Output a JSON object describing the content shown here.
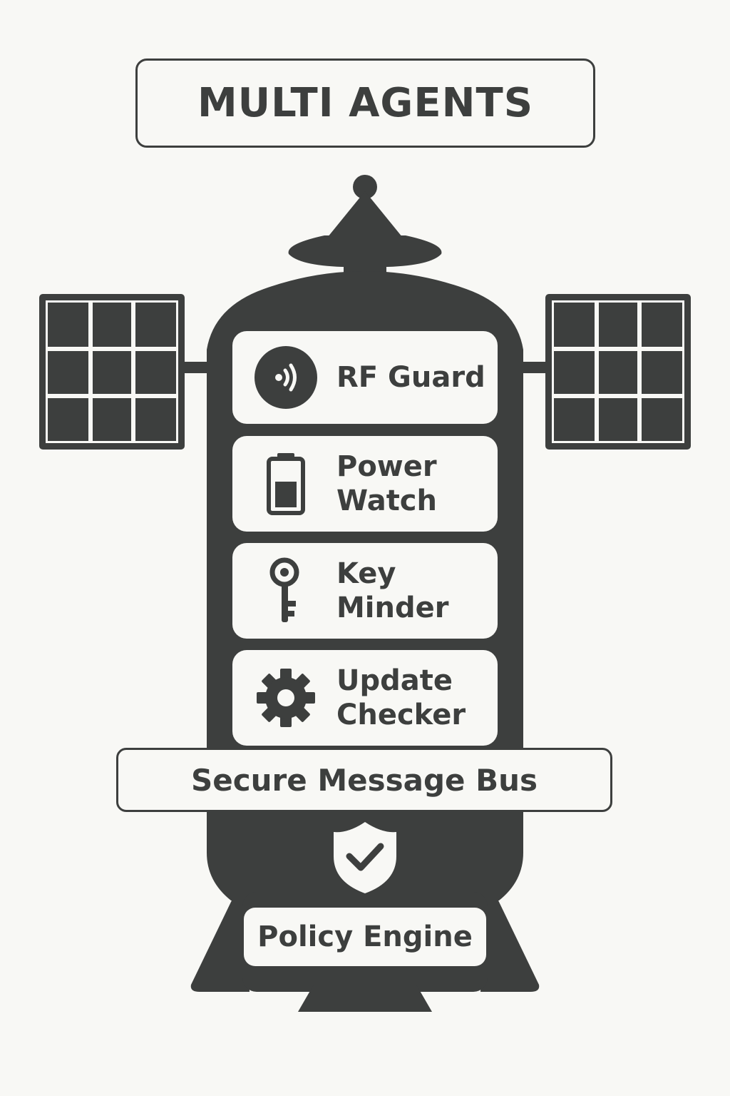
{
  "title": "MULTI AGENTS",
  "agents": [
    {
      "icon": "rf-signal-icon",
      "label_lines": [
        "RF Guard"
      ]
    },
    {
      "icon": "battery-icon",
      "label_lines": [
        "Power",
        "Watch"
      ]
    },
    {
      "icon": "key-icon",
      "label_lines": [
        "Key",
        "Minder"
      ]
    },
    {
      "icon": "gear-icon",
      "label_lines": [
        "Update",
        "Checker"
      ]
    }
  ],
  "bus": {
    "label": "Secure Message Bus"
  },
  "shield": {
    "icon": "shield-check-icon"
  },
  "policy": {
    "label": "Policy Engine"
  },
  "colors": {
    "ink": "#3d3f3e",
    "background": "#f8f8f5"
  }
}
